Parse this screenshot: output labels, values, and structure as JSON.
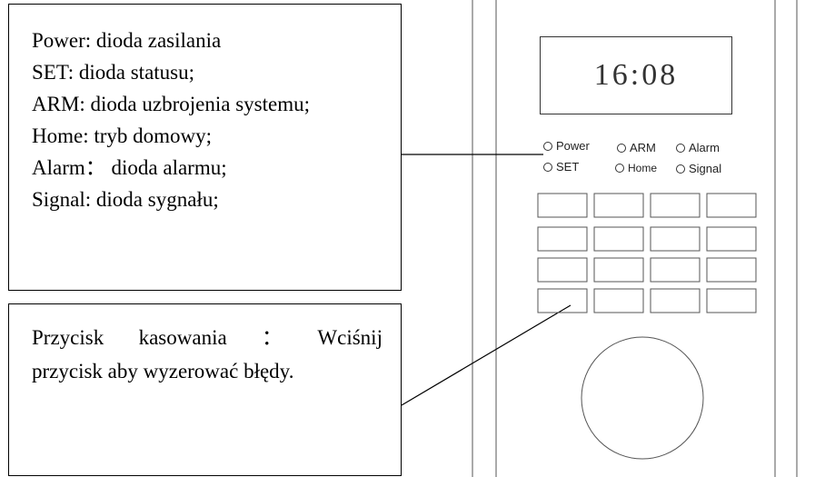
{
  "legend": {
    "lines": [
      "Power: dioda zasilania",
      "SET: dioda statusu;",
      "ARM: dioda uzbrojenia systemu;",
      "Home: tryb domowy;",
      "Alarm： dioda alarmu;",
      "Signal: dioda sygnału;"
    ]
  },
  "reset": {
    "word1": "Przycisk",
    "word2": "kasowania",
    "word3": "：",
    "word4": "Wciśnij",
    "line2": "przycisk aby wyzerować błędy."
  },
  "device": {
    "clock": "16:08",
    "leds": {
      "power": "Power",
      "arm": "ARM",
      "alarm": "Alarm",
      "set": "SET",
      "home": "Home",
      "signal": "Signal"
    }
  }
}
